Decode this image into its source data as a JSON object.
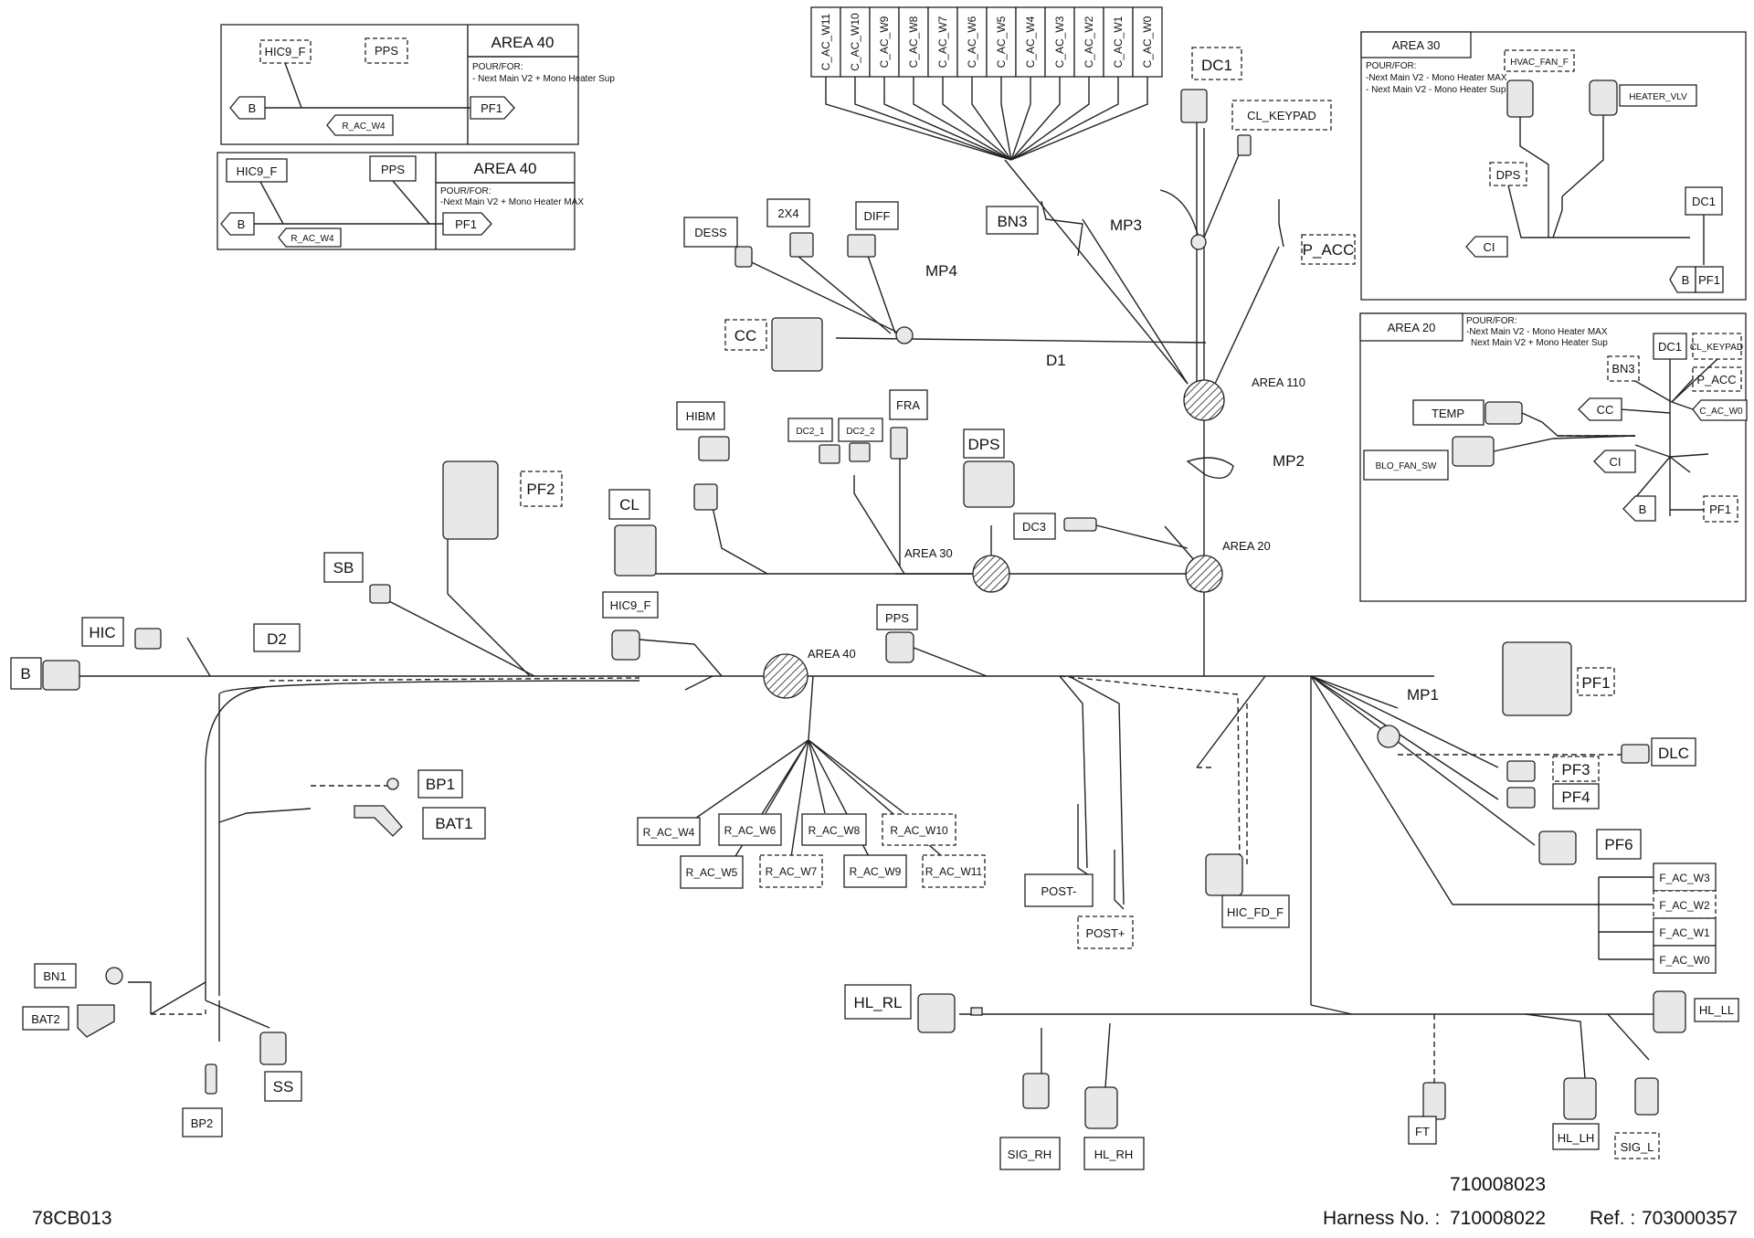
{
  "top_connectors": [
    "C_AC_W11",
    "C_AC_W10",
    "C_AC_W9",
    "C_AC_W8",
    "C_AC_W7",
    "C_AC_W6",
    "C_AC_W5",
    "C_AC_W4",
    "C_AC_W3",
    "C_AC_W2",
    "C_AC_W1",
    "C_AC_W0"
  ],
  "connectors": {
    "dc1": "DC1",
    "cl_keypad": "CL_KEYPAD",
    "bn3": "BN3",
    "mp3": "MP3",
    "p_acc": "P_ACC",
    "dess": "DESS",
    "x2x4": "2X4",
    "diff": "DIFF",
    "mp4": "MP4",
    "cc": "CC",
    "d1": "D1",
    "area110": "AREA 110",
    "hibm": "HIBM",
    "dc2_1": "DC2_1",
    "dc2_2": "DC2_2",
    "fra": "FRA",
    "dps": "DPS",
    "mp2": "MP2",
    "cl": "CL",
    "area30": "AREA 30",
    "dc3": "DC3",
    "area20": "AREA 20",
    "pf2": "PF2",
    "sb": "SB",
    "hic": "HIC",
    "b": "B",
    "d2": "D2",
    "hic9_f": "HIC9_F",
    "area40": "AREA 40",
    "pps": "PPS",
    "pf1": "PF1",
    "mp1": "MP1",
    "dlc": "DLC",
    "pf3": "PF3",
    "pf4": "PF4",
    "pf6": "PF6",
    "bp1": "BP1",
    "bat1": "BAT1",
    "bn1": "BN1",
    "bat2": "BAT2",
    "bp2": "BP2",
    "ss": "SS",
    "post_minus": "POST-",
    "post_plus": "POST+",
    "hic_fd_f": "HIC_FD_F",
    "hl_rl": "HL_RL",
    "hl_ll": "HL_LL",
    "sig_rh": "SIG_RH",
    "hl_rh": "HL_RH",
    "ft": "FT",
    "hl_lh": "HL_LH",
    "sig_lh": "SIG_L"
  },
  "r_ac": [
    "R_AC_W4",
    "R_AC_W6",
    "R_AC_W8",
    "R_AC_W10",
    "R_AC_W5",
    "R_AC_W7",
    "R_AC_W9",
    "R_AC_W11"
  ],
  "f_ac": [
    "F_AC_W3",
    "F_AC_W2",
    "F_AC_W1",
    "F_AC_W0"
  ],
  "inset1": {
    "hic9": "HIC9_F",
    "pps": "PPS",
    "area": "AREA 40",
    "pour": "POUR/FOR:",
    "note": "- Next Main V2 + Mono Heater Sup",
    "b": "B",
    "wire": "R_AC_W4",
    "pf1": "PF1"
  },
  "inset2": {
    "hic9": "HIC9_F",
    "pps": "PPS",
    "area": "AREA 40",
    "pour": "POUR/FOR:",
    "note": "-Next Main V2 + Mono Heater MAX",
    "b": "B",
    "wire": "R_AC_W4",
    "pf1": "PF1"
  },
  "inset3": {
    "area": "AREA 30",
    "pour": "POUR/FOR:",
    "note1": "-Next Main V2 - Mono Heater MAX",
    "note2": "- Next Main V2 - Mono Heater Sup",
    "hvac": "HVAC_FAN_F",
    "heater": "HEATER_VLV",
    "dps": "DPS",
    "dc1": "DC1",
    "ci": "CI",
    "b": "B",
    "pf1": "PF1"
  },
  "inset4": {
    "area": "AREA 20",
    "pour": "POUR/FOR:",
    "note1": "-Next Main V2 - Mono Heater MAX",
    "note2": "Next Main V2 + Mono Heater Sup",
    "dc1": "DC1",
    "cl_keypad": "CL_KEYPAD",
    "bn3": "BN3",
    "p_acc": "P_ACC",
    "temp": "TEMP",
    "cc": "CC",
    "c_ac_w0": "C_AC_W0",
    "blo": "BLO_FAN_SW",
    "ci": "CI",
    "b": "B",
    "pf1": "PF1"
  },
  "footer": {
    "code": "78CB013",
    "harness_label": "Harness No. :",
    "harness_no": "710008022",
    "harness_no_alt": "710008023",
    "ref_label": "Ref. :",
    "ref_no": "703000357"
  }
}
